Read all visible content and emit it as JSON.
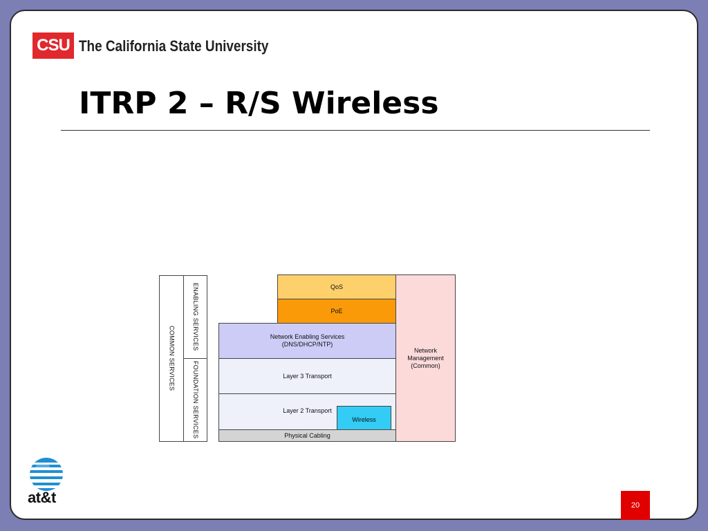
{
  "header": {
    "logo_text": "CSU",
    "university_name": "The California State University",
    "title": "ITRP 2 – R/S Wireless"
  },
  "diagram": {
    "common_services": "COMMON SERVICES",
    "enabling_services": "ENABLING SERVICES",
    "foundation_services": "FOUNDATION SERVICES",
    "qos": "QoS",
    "poe": "PoE",
    "network_enabling_line1": "Network Enabling Services",
    "network_enabling_line2": "(DNS/DHCP/NTP)",
    "layer3": "Layer 3 Transport",
    "layer2": "Layer 2 Transport",
    "wireless": "Wireless",
    "physical": "Physical Cabling",
    "network_mgmt_line1": "Network",
    "network_mgmt_line2": "Management",
    "network_mgmt_line3": "(Common)"
  },
  "colors": {
    "background": "#7b7fb4",
    "csu_red": "#e0282d",
    "qos": "#fdd06b",
    "poe": "#fb9a08",
    "network_enabling": "#ccccf7",
    "transport": "#eef0fa",
    "wireless": "#33ccf4",
    "physical": "#d4d4d4",
    "network_mgmt": "#fcdada",
    "page_badge": "#e00000"
  },
  "footer": {
    "logo_text": "at&t",
    "page_number": "20"
  }
}
